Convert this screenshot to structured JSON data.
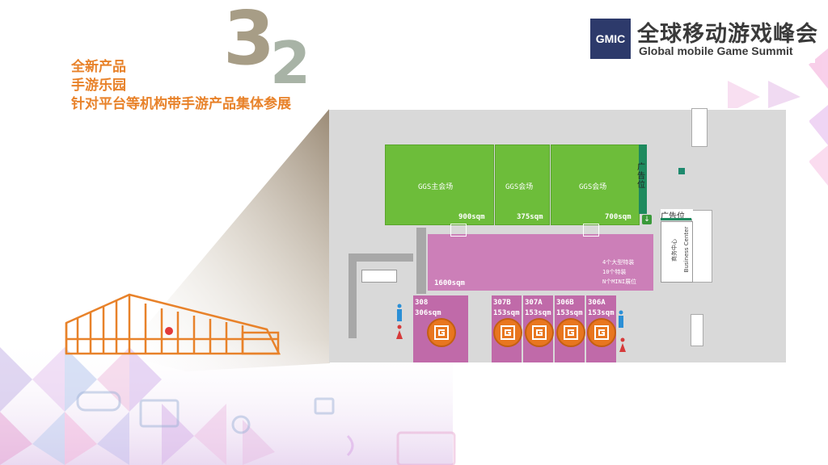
{
  "headline": {
    "line1": "全新产品",
    "line2": "手游乐园",
    "line3": "针对平台等机构带手游产品集体参展"
  },
  "page_number": {
    "first": "3",
    "second": "2"
  },
  "logo": {
    "badge": "GMIC",
    "title_cn": "全球移动游戏峰会",
    "title_en": "Global mobile Game Summit"
  },
  "floor_plan": {
    "halls": [
      {
        "name": "GGS主会场",
        "area": "900sqm"
      },
      {
        "name": "GGS会场",
        "area": "375sqm"
      },
      {
        "name": "GGS会场",
        "area": "700sqm"
      }
    ],
    "ad_vertical": "广告位",
    "ad_horizontal": "广告位",
    "business_center_cn": "商务中心",
    "business_center_en": "Business Center",
    "main_zone": {
      "area": "1600sqm",
      "notes": [
        "4个大型特装",
        "10个特装",
        "N个MINI展位"
      ]
    },
    "booths": [
      {
        "id": "308",
        "area": "306sqm"
      },
      {
        "id": "307B",
        "area": "153sqm"
      },
      {
        "id": "307A",
        "area": "153sqm"
      },
      {
        "id": "306B",
        "area": "153sqm"
      },
      {
        "id": "306A",
        "area": "153sqm"
      }
    ]
  },
  "colors": {
    "accent_orange": "#e8822a",
    "hall_green": "#6dbd3a",
    "zone_pink": "#cc7fb8",
    "navy": "#2d3a6b"
  }
}
